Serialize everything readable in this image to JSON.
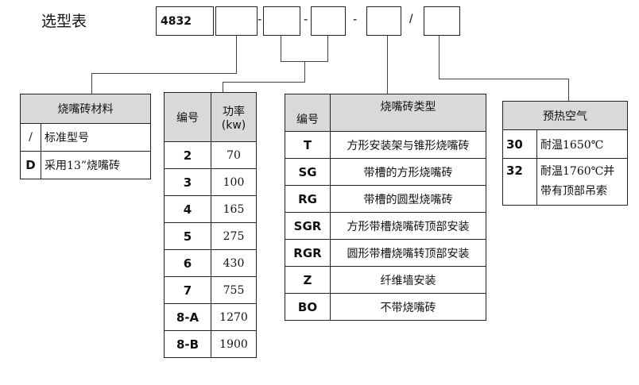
{
  "title": "选型表",
  "model": {
    "prefix": "4832",
    "separators": [
      "-",
      "-",
      "-",
      "/"
    ]
  },
  "material": {
    "header": "烧嘴砖材料",
    "rows": [
      {
        "code": "/",
        "desc": "标准型号"
      },
      {
        "code": "D",
        "desc": "采用13”烧嘴砖"
      }
    ]
  },
  "power": {
    "col1": "编号",
    "col2": "功率",
    "col2_unit": "(kw)",
    "rows": [
      {
        "code": "2",
        "value": "70"
      },
      {
        "code": "3",
        "value": "100"
      },
      {
        "code": "4",
        "value": "165"
      },
      {
        "code": "5",
        "value": "275"
      },
      {
        "code": "6",
        "value": "430"
      },
      {
        "code": "7",
        "value": "755"
      },
      {
        "code": "8-A",
        "value": "1270"
      },
      {
        "code": "8-B",
        "value": "1900"
      }
    ]
  },
  "type": {
    "col1": "编号",
    "col2": "烧嘴砖类型",
    "rows": [
      {
        "code": "T",
        "desc": "方形安装架与锥形烧嘴砖"
      },
      {
        "code": "SG",
        "desc": "带槽的方形烧嘴砖"
      },
      {
        "code": "RG",
        "desc": "带槽的圆型烧嘴砖"
      },
      {
        "code": "SGR",
        "desc": "方形带槽烧嘴砖顶部安装"
      },
      {
        "code": "RGR",
        "desc": "圆形带槽烧嘴转顶部安装"
      },
      {
        "code": "Z",
        "desc": "纤维墙安装"
      },
      {
        "code": "BO",
        "desc": "不带烧嘴砖"
      }
    ]
  },
  "air": {
    "header": "预热空气",
    "rows": [
      {
        "code": "30",
        "desc": "耐温1650℃"
      },
      {
        "code": "32",
        "desc": "耐温1760℃并带有顶部吊索"
      }
    ]
  }
}
